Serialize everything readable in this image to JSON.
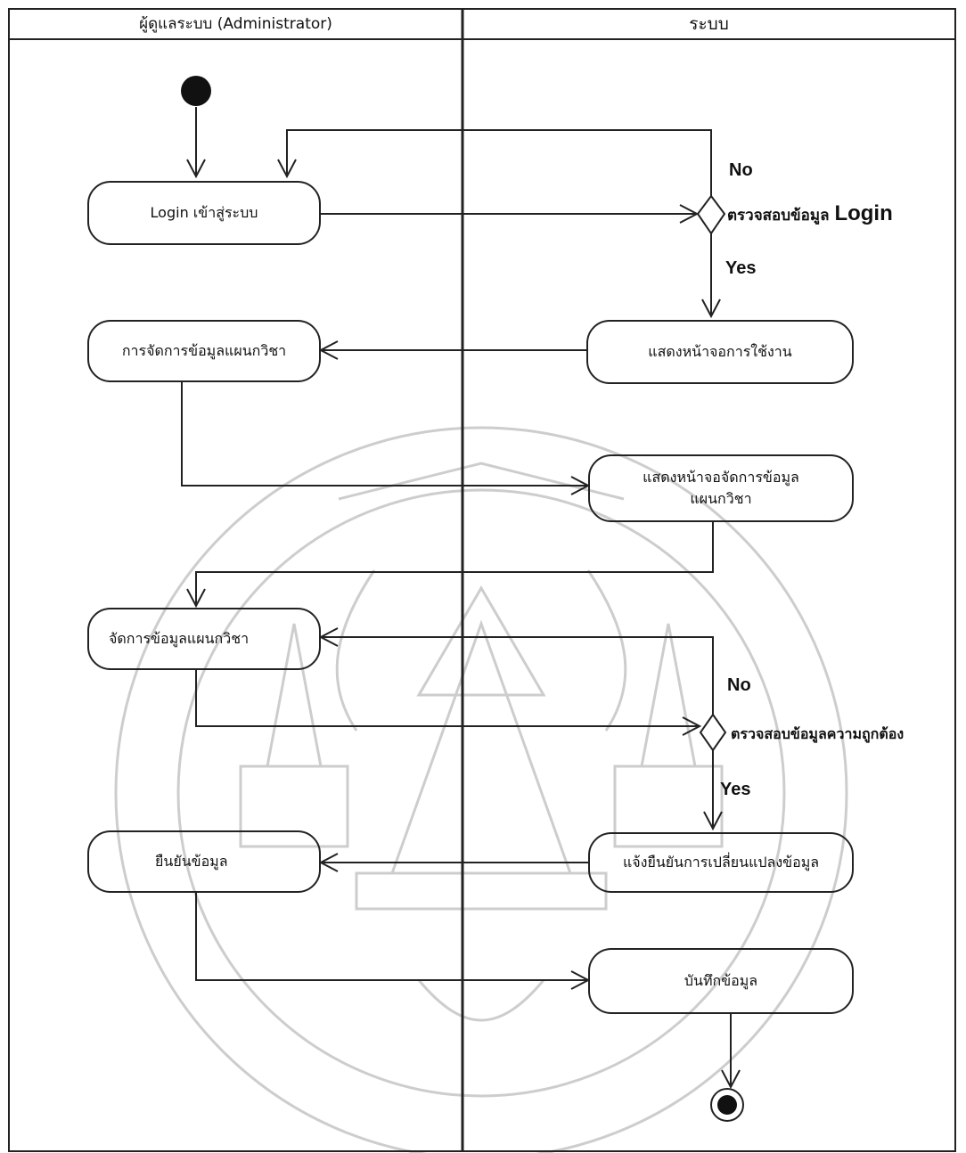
{
  "lanes": {
    "admin": "ผู้ดูแลระบบ   (Administrator)",
    "system": "ระบบ"
  },
  "nodes": {
    "login": "Login เข้าสู่ระบบ",
    "show_usage": "แสดงหน้าจอการใช้งาน",
    "manage_dept": "การจัดการข้อมูลแผนกวิชา",
    "show_manage_screen": "แสดงหน้าจอจัดการข้อมูล แผนกวิชา",
    "manage_dept_data": "จัดการข้อมูลแผนกวิชา",
    "confirm_data": "ยืนยันข้อมูล",
    "notify_confirm": "แจ้งยืนยันการเปลี่ยนแปลงข้อมูล",
    "save_data": "บันทึกข้อมูล"
  },
  "decisions": {
    "check_login": {
      "text": "ตรวจสอบข้อมูล",
      "text_bold": "Login",
      "no": "No",
      "yes": "Yes"
    },
    "check_correct": {
      "text": "ตรวจสอบข้อมูลความถูกต้อง",
      "no": "No",
      "yes": "Yes"
    }
  },
  "colors": {
    "line": "#222222",
    "watermark": "#c8c8c8",
    "background": "#ffffff"
  }
}
